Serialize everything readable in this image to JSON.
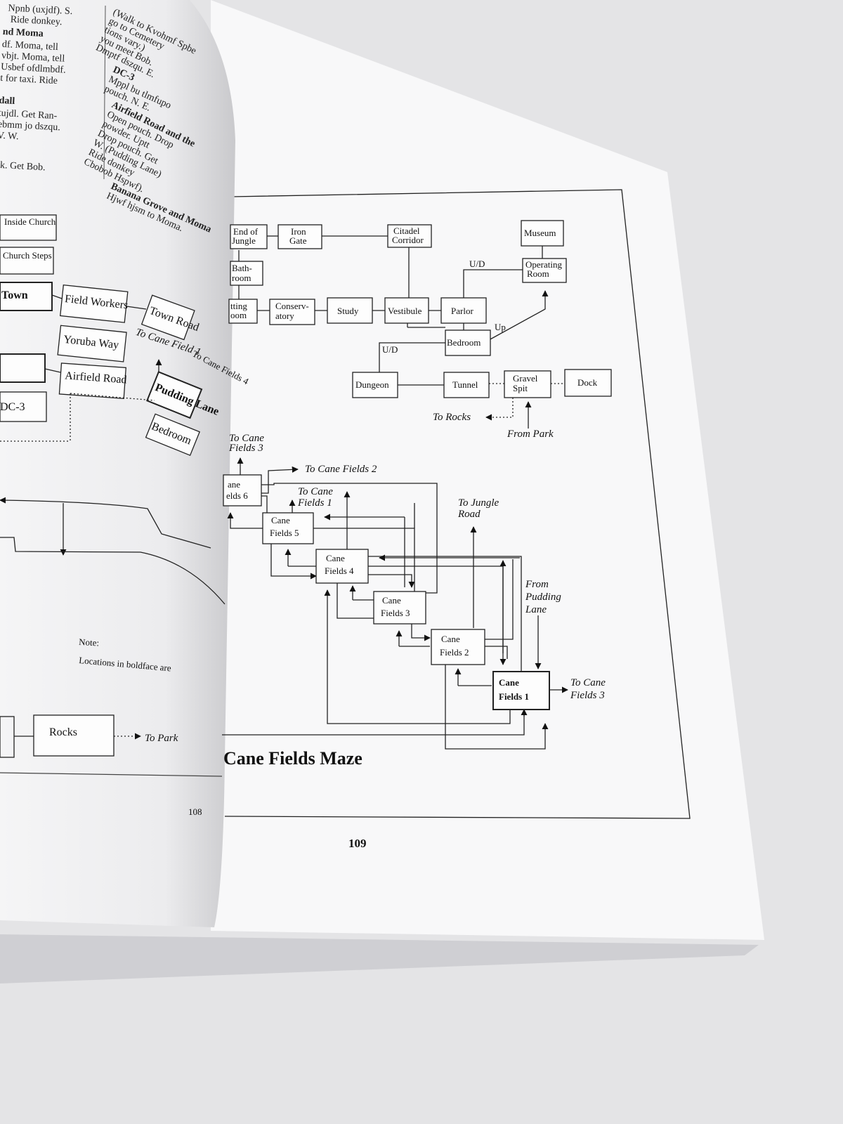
{
  "figure": {
    "title": "Cane Fields Maze",
    "page_right": "109",
    "page_left": "108"
  },
  "left_page": {
    "col1_lines": [
      "Npnb (uxjdf). S.",
      "Ride donkey.",
      "nd Moma",
      "df. Moma, tell",
      "vbjt. Moma, tell",
      "Usbef ofdlmbdf.",
      "t for taxi. Ride",
      "dall",
      "tujdl. Get Ran-",
      "ebmm jo dszqu.",
      "V. W.",
      "ck. Get Bob."
    ],
    "col2_lines": [
      "(Walk to Kvohmf Spbe",
      "go to Cemetery",
      "tions vary.)",
      "you meet Bob.",
      "Dmptf dszqu. E.",
      "DC-3",
      "Mppl bu tlmfupo",
      "pouch. N. E.",
      "Airfield Road and the",
      "Open pouch. Drop",
      "powder. Uptt",
      "Drop pouch. Get",
      "W. (Pudding Lane)",
      "Ride donkey",
      "Cbobob Hspwf).",
      "Banana Grove and Moma",
      "Hjwf hjsm to Moma."
    ],
    "rooms": [
      "Inside Church",
      "Church Steps",
      "Town",
      "Field Workers",
      "Town Road",
      "Yoruba Way",
      "Airfield Road",
      "Pudding Lane",
      "Bedroom",
      "DC-3",
      "Rocks"
    ],
    "labels": [
      "To Cane Field 1",
      "To Cane Fields 4",
      "To Park"
    ],
    "note": "Note:",
    "note_text": "Locations in boldface are"
  },
  "upper_map": {
    "rooms": {
      "end_of_jungle": [
        "End of",
        "Jungle"
      ],
      "iron_gate": [
        "Iron",
        "Gate"
      ],
      "citadel_corridor": [
        "Citadel",
        "Corridor"
      ],
      "museum": [
        "Museum"
      ],
      "bathroom": [
        "Bath-",
        "room"
      ],
      "operating_room": [
        "Operating",
        "Room"
      ],
      "sitting_room": [
        "tting",
        "oom"
      ],
      "conservatory": [
        "Conserv-",
        "atory"
      ],
      "study": [
        "Study"
      ],
      "vestibule": [
        "Vestibule"
      ],
      "parlor": [
        "Parlor"
      ],
      "bedroom": [
        "Bedroom"
      ],
      "dungeon": [
        "Dungeon"
      ],
      "tunnel": [
        "Tunnel"
      ],
      "gravel_spit": [
        "Gravel",
        "Spit"
      ],
      "dock": [
        "Dock"
      ]
    },
    "edge_labels": {
      "ud1": "U/D",
      "up": "Up",
      "ud2": "U/D",
      "to_rocks": "To Rocks",
      "from_park": "From Park"
    }
  },
  "maze": {
    "rooms": {
      "cf6": [
        "ane",
        "elds 6"
      ],
      "cf5": [
        "Cane",
        "Fields 5"
      ],
      "cf4": [
        "Cane",
        "Fields 4"
      ],
      "cf3": [
        "Cane",
        "Fields 3"
      ],
      "cf2": [
        "Cane",
        "Fields 2"
      ],
      "cf1": [
        "Cane",
        "Fields 1"
      ]
    },
    "labels": {
      "to_cf3_top": [
        "To  Cane",
        "Fields 3"
      ],
      "to_cf2": "To  Cane Fields 2",
      "to_cf1": [
        "To  Cane",
        "Fields 1"
      ],
      "to_jungle": [
        "To Jungle",
        "Road"
      ],
      "from_pudding": [
        "From",
        "Pudding",
        "Lane"
      ],
      "to_cf3_right": [
        "To Cane",
        "Fields 3"
      ]
    }
  }
}
